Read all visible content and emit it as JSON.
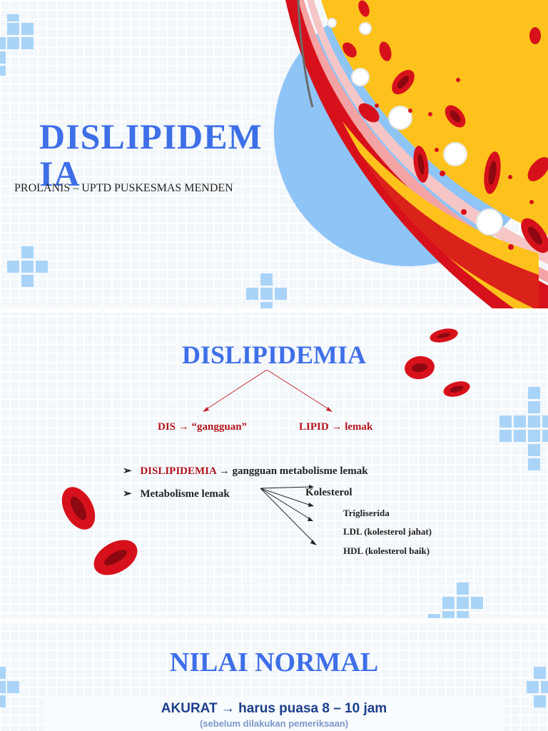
{
  "colors": {
    "title_blue": "#3f6fe8",
    "dark_red": "#b3121b",
    "circle_blue": "#8fc4f7",
    "plus_blue": "#a9d4f8",
    "vessel_yellow": "#ffc21c",
    "blood_red": "#d7111b"
  },
  "slide1": {
    "title": "DISLIPIDEMIA",
    "subtitle": "PROLANIS – UPTD PUSKESMAS MENDEN"
  },
  "slide2": {
    "title": "DISLIPIDEMIA",
    "left_label": {
      "term": "DIS",
      "arrow": "→",
      "meaning": "“gangguan”"
    },
    "right_label": {
      "term": "LIPID",
      "arrow": "→",
      "meaning": "lemak"
    },
    "bullets": [
      {
        "marker": "➢",
        "term": "DISLIPIDEMIA",
        "arrow": "→",
        "text": "gangguan metabolisme lemak"
      },
      {
        "marker": "➢",
        "text": "Metabolisme lemak"
      }
    ],
    "lipids": [
      "Kolesterol",
      "Trigliserida",
      "LDL (kolesterol jahat)",
      "HDL (kolesterol baik)"
    ]
  },
  "slide3": {
    "title": "NILAI NORMAL",
    "main_text": "AKURAT → harus puasa 8 – 10 jam",
    "note": "(sebelum dilakukan pemeriksaan)"
  }
}
